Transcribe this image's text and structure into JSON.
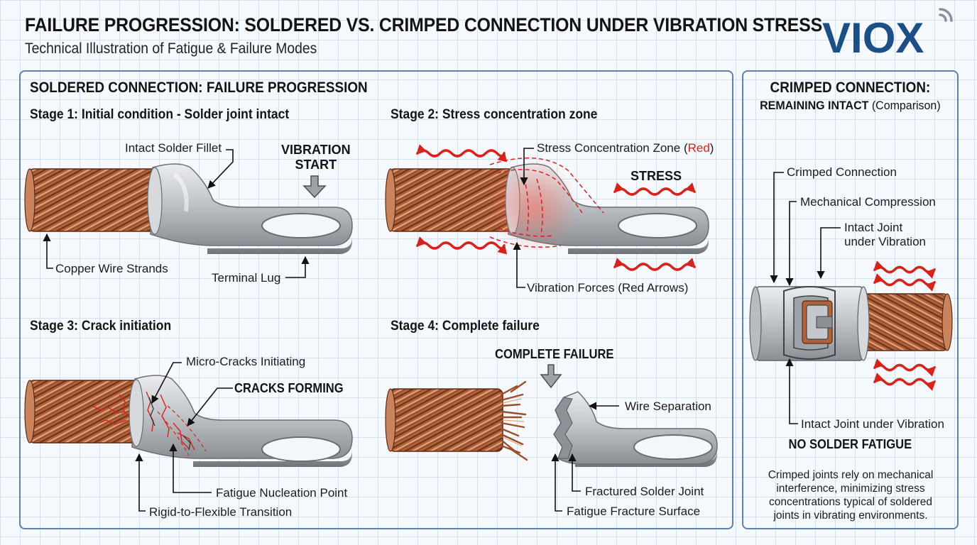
{
  "header": {
    "title": "FAILURE PROGRESSION: SOLDERED VS. CRIMPED CONNECTION UNDER VIBRATION STRESS",
    "subtitle": "Technical Illustration of Fatigue & Failure Modes",
    "logo_text": "VIOX"
  },
  "soldered": {
    "heading": "SOLDERED CONNECTION: FAILURE PROGRESSION",
    "stage1": {
      "title": "Stage 1: Initial condition - Solder joint intact",
      "solder_fillet": "Intact Solder Fillet",
      "vibration_start_1": "VIBRATION",
      "vibration_start_2": "START",
      "copper_strands": "Copper Wire Strands",
      "terminal_lug": "Terminal Lug"
    },
    "stage2": {
      "title": "Stage 2: Stress concentration zone",
      "stress_zone": "Stress Concentration Zone (",
      "stress_zone_red": "Red",
      "stress_zone_end": ")",
      "stress": "STRESS",
      "vibration_forces": "Vibration Forces (Red Arrows)"
    },
    "stage3": {
      "title": "Stage 3: Crack initiation",
      "micro_cracks": "Micro-Cracks Initiating",
      "cracks_forming": "CRACKS FORMING",
      "fatigue_nucleation": "Fatigue Nucleation Point",
      "transition": "Rigid-to-Flexible Transition"
    },
    "stage4": {
      "title": "Stage 4: Complete failure",
      "complete_failure": "COMPLETE FAILURE",
      "wire_separation": "Wire Separation",
      "fractured_joint": "Fractured Solder Joint",
      "fracture_surface": "Fatigue Fracture Surface"
    }
  },
  "crimped": {
    "heading": "CRIMPED CONNECTION:",
    "subheading_bold": "REMAINING INTACT",
    "subheading_normal": "(Comparison)",
    "crimped_connection": "Crimped Connection",
    "mechanical_compression": "Mechanical Compression",
    "intact_joint_1": "Intact Joint",
    "intact_joint_2": "under Vibration",
    "intact_joint_bottom": "Intact Joint under Vibration",
    "no_solder_fatigue": "NO SOLDER FATIGUE",
    "note": "Crimped joints rely on mechanical interference, minimizing stress concentrations typical of soldered joints in vibrating environments."
  },
  "colors": {
    "accent_red": "#d4241d",
    "copper": "#b0623b",
    "steel": "#b9bcc0",
    "panel_border": "#5d82ad",
    "logo_blue": "#1c4f86"
  }
}
